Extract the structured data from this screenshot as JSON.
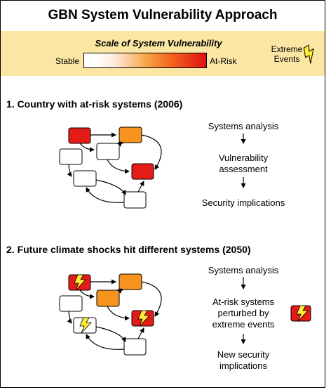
{
  "title": "GBN System Vulnerability Approach",
  "legend": {
    "scale_title": "Scale of System Vulnerability",
    "scale_left": "Stable",
    "scale_right": "At-Risk",
    "extreme_line1": "Extreme",
    "extreme_line2": "Events",
    "icon": "lightning-icon",
    "colors": {
      "background": "#fbe6a3",
      "stable": "#ffffff",
      "medium": "#f7941d",
      "at_risk": "#e41b17",
      "bolt": "#ffee33"
    }
  },
  "section1": {
    "heading": "1.  Country with at-risk systems (2006)",
    "flow_step1": "Systems analysis",
    "flow_step2a": "Vulnerability",
    "flow_step2b": "assessment",
    "flow_step3": "Security implications"
  },
  "section2": {
    "heading": "2.  Future climate shocks hit different systems (2050)",
    "flow_step1": "Systems analysis",
    "flow_step2a": "At-risk systems",
    "flow_step2b": "perturbed by",
    "flow_step2c": "extreme events",
    "flow_step3a": "New security",
    "flow_step3b": "implications"
  }
}
